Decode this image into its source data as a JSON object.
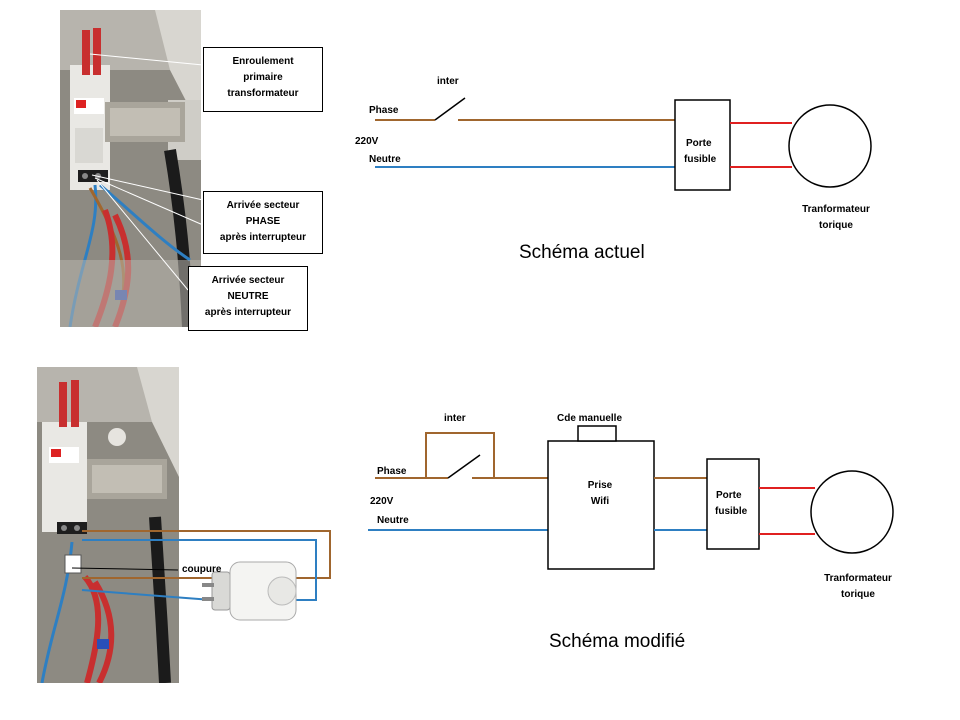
{
  "top_photo": {
    "callouts": [
      {
        "lines": [
          "Enroulement",
          "primaire",
          "transformateur"
        ]
      },
      {
        "lines": [
          "Arrivée secteur",
          "PHASE",
          "après interrupteur"
        ]
      },
      {
        "lines": [
          "Arrivée secteur",
          "NEUTRE",
          "après interrupteur"
        ]
      }
    ]
  },
  "bottom_photo": {
    "label": "coupure"
  },
  "schema_actuel": {
    "title": "Schéma actuel",
    "switch_label": "inter",
    "phase_label": "Phase",
    "voltage_label": "220V",
    "neutral_label": "Neutre",
    "fuse_line1": "Porte",
    "fuse_line2": "fusible",
    "transformer_line1": "Tranformateur",
    "transformer_line2": "torique"
  },
  "schema_modifie": {
    "title": "Schéma modifié",
    "switch_label": "inter",
    "manual_label": "Cde manuelle",
    "phase_label": "Phase",
    "voltage_label": "220V",
    "neutral_label": "Neutre",
    "plug_line1": "Prise",
    "plug_line2": "Wifi",
    "fuse_line1": "Porte",
    "fuse_line2": "fusible",
    "transformer_line1": "Tranformateur",
    "transformer_line2": "torique"
  },
  "colors": {
    "phase_wire": "#a0662e",
    "neutral_wire": "#2e7fc2",
    "transformer_wire": "#e02020"
  }
}
